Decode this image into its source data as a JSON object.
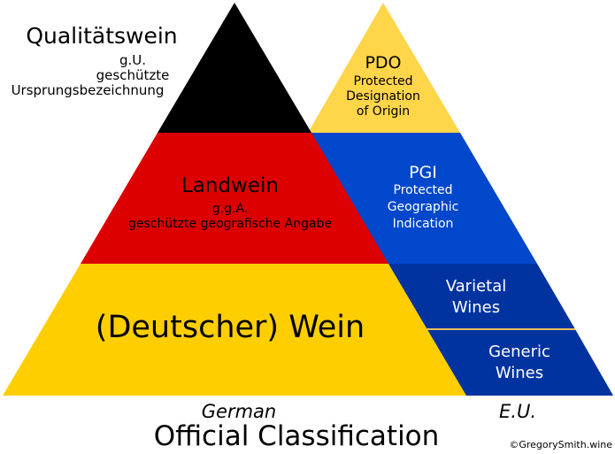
{
  "german_pyramid": {
    "tiers": [
      {
        "name": "Qualitätswein",
        "lines": [
          "g.U.",
          "geschützte",
          "Ursprungsbezeichnung"
        ],
        "color": "#000000"
      },
      {
        "name": "Landwein",
        "lines": [
          "g.g.A.",
          "geschützte geografische Angabe"
        ],
        "color": "#DD0000"
      },
      {
        "name": "(Deutscher) Wein",
        "lines": [],
        "color": "#FFCE00"
      }
    ],
    "caption": "German"
  },
  "eu_pyramid": {
    "tiers": [
      {
        "name": "PDO",
        "lines": [
          "Protected",
          "Designation",
          "of Origin"
        ],
        "color": "#FFD54A"
      },
      {
        "name": "PGI",
        "lines": [
          "Protected",
          "Geographic",
          "Indication"
        ],
        "color": "#0047CC"
      },
      {
        "name": "Varietal",
        "lines": [
          "Wines"
        ],
        "color": "#0033A0"
      },
      {
        "name": "Generic",
        "lines": [
          "Wines"
        ],
        "color": "#0033A0"
      }
    ],
    "caption": "E.U."
  },
  "title": "Official Classification",
  "credit": "©GregorySmith.wine"
}
